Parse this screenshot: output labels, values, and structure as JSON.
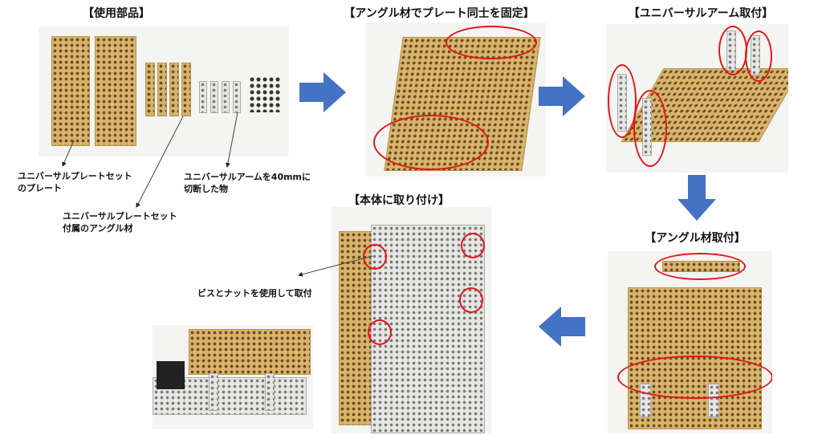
{
  "steps": {
    "parts": {
      "title": "【使用部品】"
    },
    "fix_plates": {
      "title": "【アングル材でプレート同士を固定】"
    },
    "arm_attach": {
      "title": "【ユニバーサルアーム取付】"
    },
    "angle_attach": {
      "title": "【アングル材取付】"
    },
    "mount_body": {
      "title": "【本体に取り付け】"
    }
  },
  "labels": {
    "plate": "ユニバーサルプレートセット\nのプレート",
    "angle": "ユニバーサルプレートセット\n付属のアングル材",
    "arm": "ユニバーサルアームを40mmに\n切断した物",
    "screw": "ビスとナットを使用して取付"
  },
  "colors": {
    "arrow": "#4472c4",
    "highlight": "#e01818",
    "plate": "#d8b46c"
  }
}
